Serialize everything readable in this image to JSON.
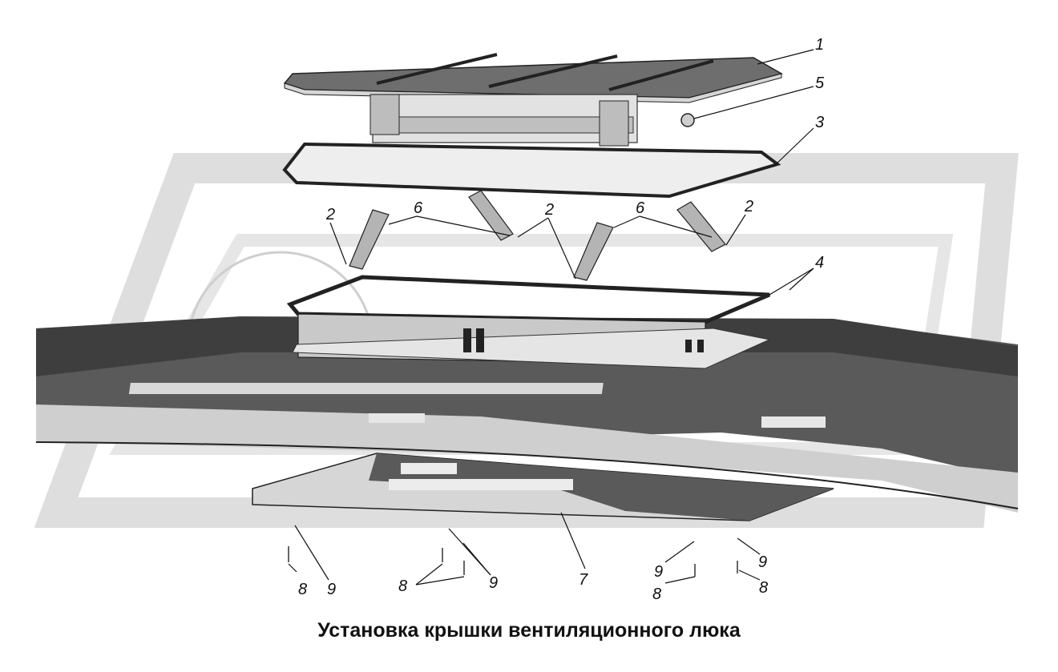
{
  "caption": "Установка крышки вентиляционного люка",
  "callouts": {
    "c1": "1",
    "c5": "5",
    "c3": "3",
    "c2_left": "2",
    "c6_left": "6",
    "c2_mid": "2",
    "c6_right": "6",
    "c2_right": "2",
    "c4": "4",
    "c8_a": "8",
    "c9_a": "9",
    "c8_b": "8",
    "c9_b": "9",
    "c7": "7",
    "c9_c": "9",
    "c8_c": "8",
    "c9_d": "9",
    "c8_d": "8"
  },
  "colors": {
    "watermark": "#d9d9d9",
    "roof_dark": "#3a3a3a",
    "part_light": "#c8c8c8",
    "part_mid": "#8c8c8c",
    "line": "#222222"
  }
}
